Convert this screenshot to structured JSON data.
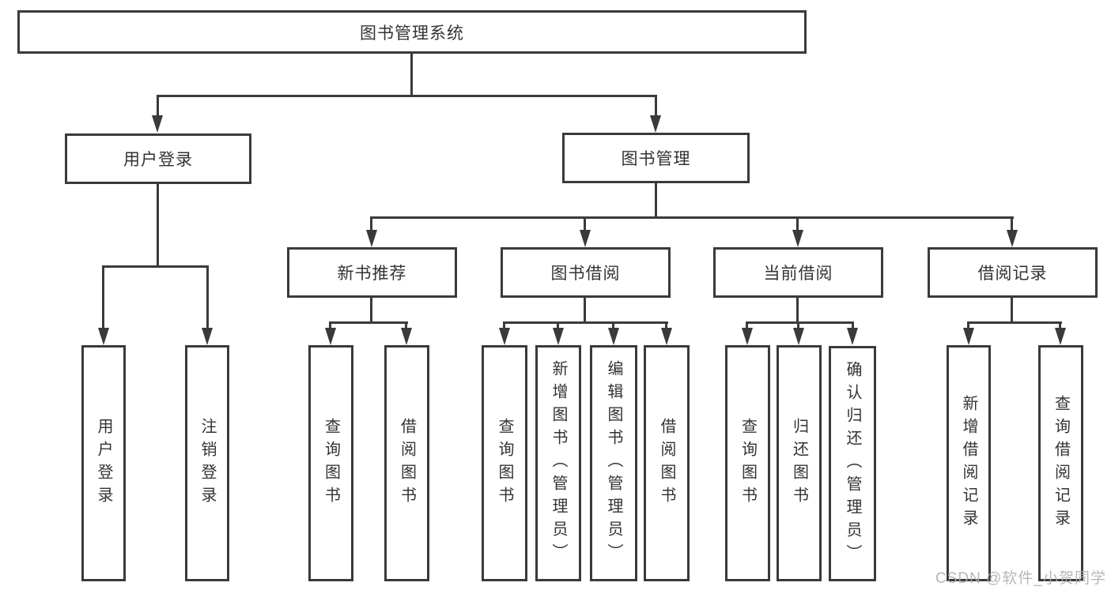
{
  "diagram": {
    "title": "图书管理系统",
    "level2": [
      {
        "label": "用户登录"
      },
      {
        "label": "图书管理"
      }
    ],
    "level3": [
      {
        "label": "新书推荐"
      },
      {
        "label": "图书借阅"
      },
      {
        "label": "当前借阅"
      },
      {
        "label": "借阅记录"
      }
    ],
    "leaves": {
      "login": [
        "用户登录",
        "注销登录"
      ],
      "recommend": [
        "查询图书",
        "借阅图书"
      ],
      "borrow": [
        "查询图书",
        "新增图书（管理员）",
        "编辑图书（管理员）",
        "借阅图书"
      ],
      "current": [
        "查询图书",
        "归还图书",
        "确认归还（管理员）"
      ],
      "records": [
        "新增借阅记录",
        "查询借阅记录"
      ]
    }
  },
  "watermark": {
    "text": "CSDN @软件_小贺同学"
  },
  "colors": {
    "line": "#3a3a3a",
    "text": "#333333",
    "watermark": "#abb0b7",
    "background": "#ffffff"
  }
}
